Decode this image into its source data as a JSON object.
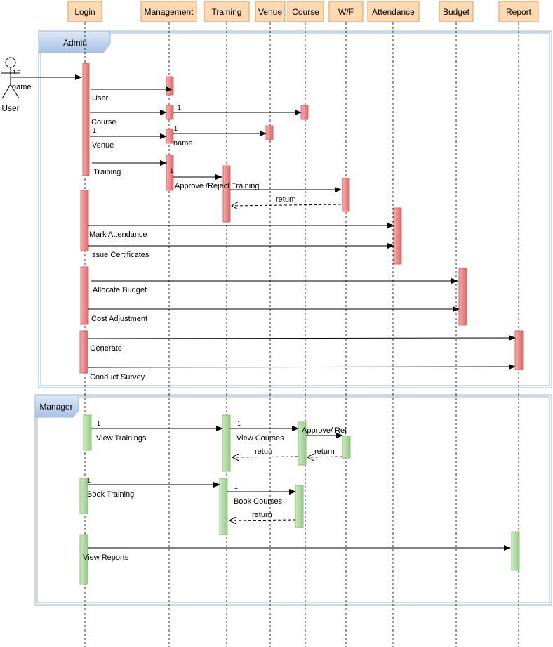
{
  "lifelines": [
    "Login",
    "Management",
    "Training",
    "Venue",
    "Course",
    "W/F",
    "Attendance",
    "Budget",
    "Report"
  ],
  "actor": {
    "name": "User",
    "attribute_label": "name",
    "multiplicity": "1"
  },
  "frames": {
    "admin": {
      "title": "Admin"
    },
    "manager": {
      "title": "Manager"
    }
  },
  "multiplicity": "1",
  "colors": {
    "header_fill": "#ffd9b3",
    "header_stroke": "#d6a05a",
    "admin_activation": "#f08080",
    "manager_activation": "#a8d59a",
    "frame_stroke": "#9fb6d3",
    "frame_tab": "#c9daf0"
  },
  "messages": {
    "user": "User",
    "course": "Course",
    "venue": "Venue",
    "training": "Training",
    "venue_attr": "name",
    "approve_reject_training": "Approve /Reject Training",
    "return": "return",
    "mark_attendance": "Mark Attendance",
    "issue_certificates": "Issue Certificates",
    "allocate_budget": "Allocate Budget",
    "cost_adjustment": "Cost Adjustment",
    "generate": "Generate",
    "conduct_survey": "Conduct Survey",
    "view_trainings": "View Trainings",
    "view_courses": "View Courses",
    "approve_rej": "Approve/ Rej",
    "book_training": "Book Training",
    "book_courses": "Book Courses",
    "view_reports": "View Reports"
  }
}
